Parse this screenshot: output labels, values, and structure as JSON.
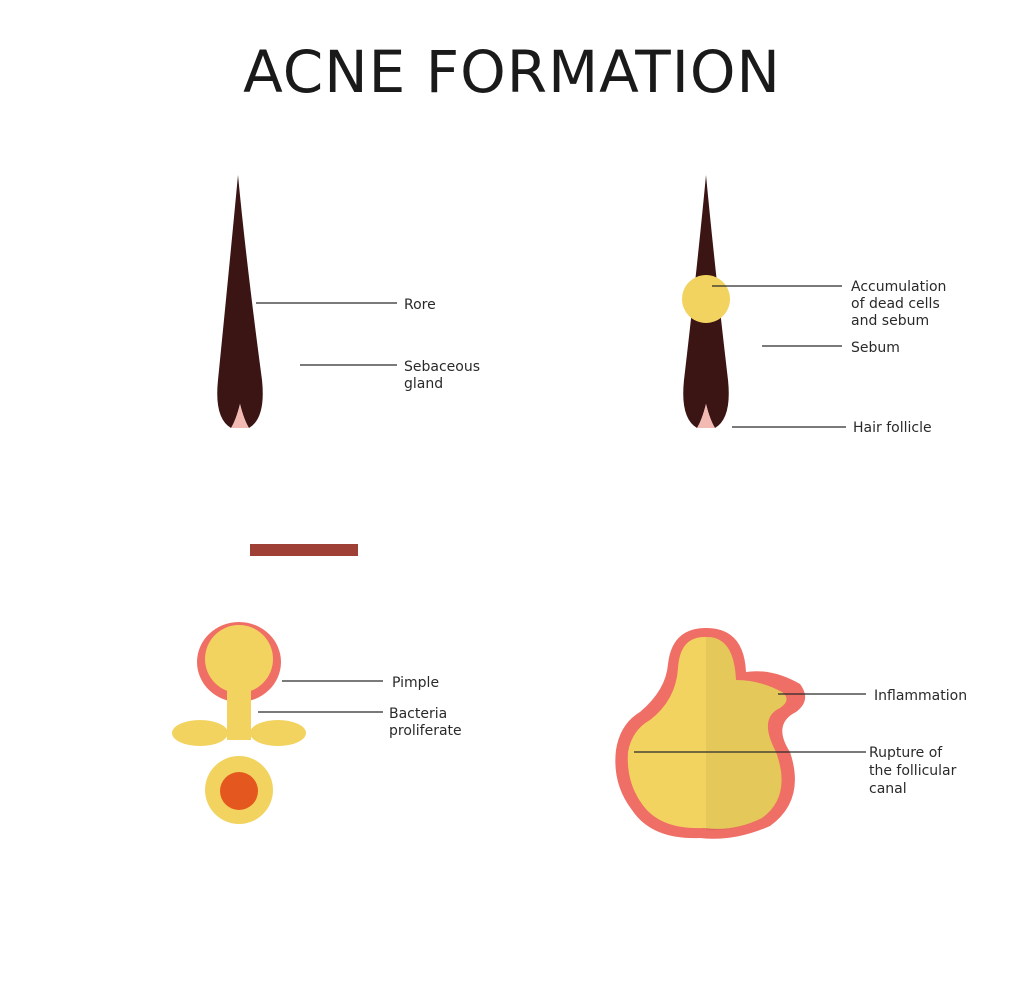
{
  "title": "ACNE FORMATION",
  "panels": [
    {
      "labels": {
        "pore": "Rore",
        "sebaceous_1": "Sebaceous",
        "sebaceous_2": "gland"
      }
    },
    {
      "labels": {
        "accumulation_1": "Accumulation",
        "accumulation_2": "of dead cells",
        "accumulation_3": "and sebum",
        "sebum": "Sebum",
        "hair_follicle": "Hair follicle"
      }
    },
    {
      "labels": {
        "pimple": "Pimple",
        "bacteria_1": "Bacteria",
        "bacteria_2": "proliferate"
      }
    },
    {
      "labels": {
        "inflammation": "Inflammation",
        "rupture_1": "Rupture of",
        "rupture_2": "the follicular",
        "rupture_3": "canal"
      }
    }
  ],
  "colors": {
    "epidermis_top": "#f4a762",
    "skin_pink": "#f2b6b0",
    "dermis": "#e7dcc9",
    "halo": "#f3b9b3",
    "hair": "#3b1414",
    "sebum": "#f2d35f",
    "muscle_light": "#c85a57",
    "muscle_dark": "#9c3b3b",
    "fat": "#f2c33b",
    "bottom_band": "#a8443a",
    "inflamed": "#ef6e65",
    "bacteria": "#e4571e"
  }
}
